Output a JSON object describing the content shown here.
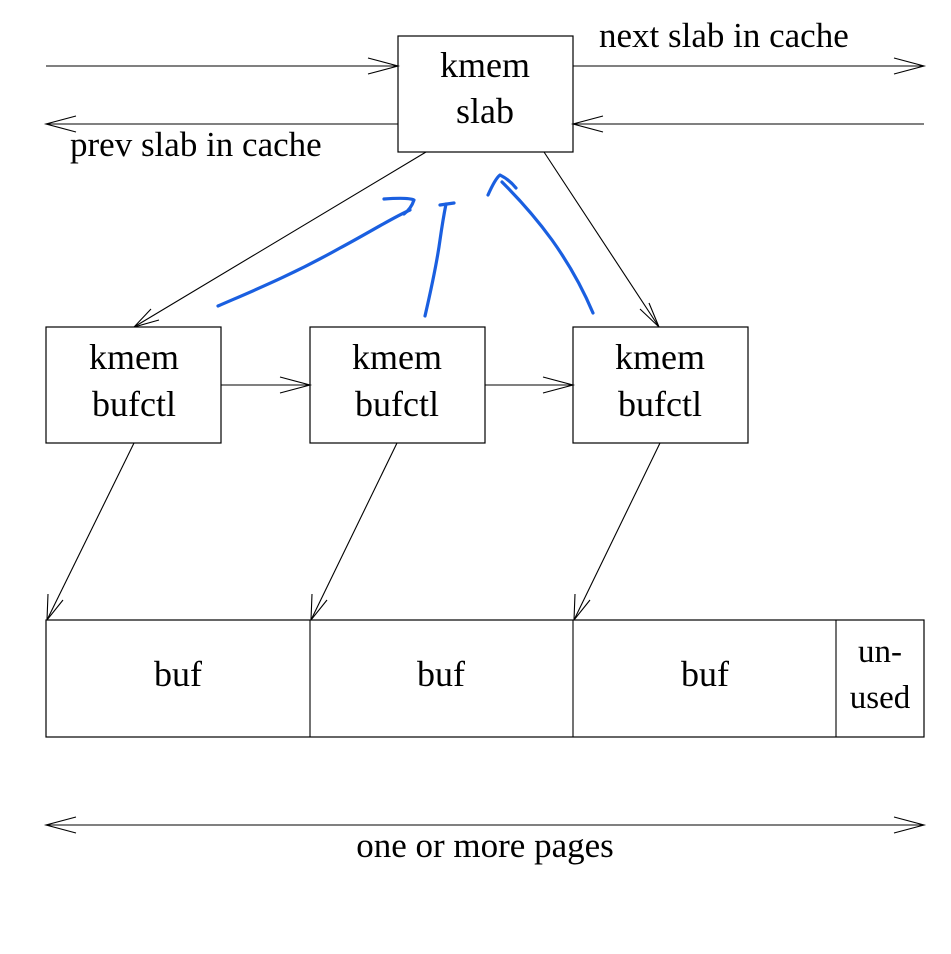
{
  "labels": {
    "slab_line1": "kmem",
    "slab_line2": "slab",
    "next_slab": "next slab in cache",
    "prev_slab": "prev slab in cache",
    "bufctl_line1": "kmem",
    "bufctl_line2": "bufctl",
    "buf": "buf",
    "unused_line1": "un-",
    "unused_line2": "used",
    "pages": "one or more pages"
  },
  "colors": {
    "ink": "#000000",
    "annotation": "#1a5fe0",
    "background": "#ffffff"
  }
}
